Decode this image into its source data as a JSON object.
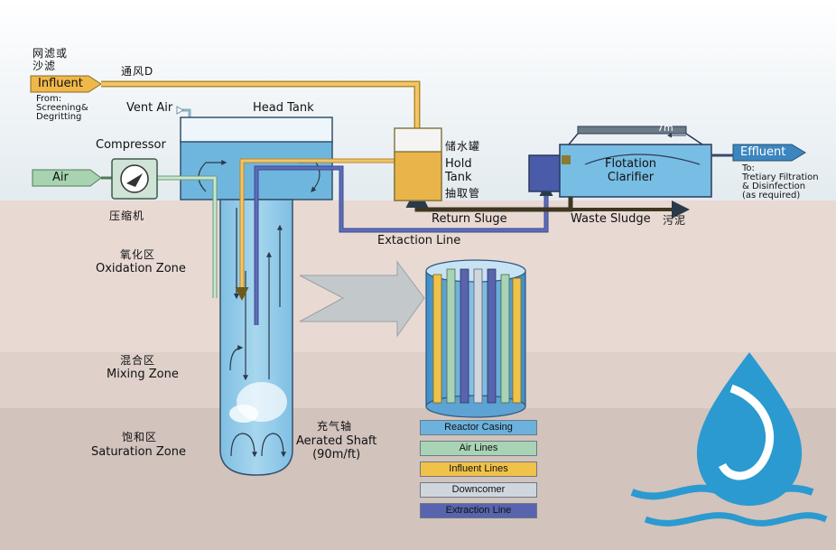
{
  "labels": {
    "screen_cn": "网滤或",
    "screen_cn2": "沙滤",
    "influent": "Influent",
    "from_note": "From:\nScreening&\nDegritting",
    "vent_d": "通风D",
    "vent_air": "Vent Air",
    "head_tank": "Head Tank",
    "compressor": "Compressor",
    "compressor_cn": "压缩机",
    "air": "Air",
    "hold_cn": "储水罐",
    "hold_en": "Hold\nTank",
    "draw_cn": "抽取管",
    "seven_m": "7m",
    "flotation": "Flotation\nClarifier",
    "effluent": "Effluent",
    "effluent_note": "To:\nTretiary Filtration\n& Disinfection\n(as required)",
    "return_sludge": "Return Sluge",
    "waste_sludge": "Waste Sludge",
    "waste_cn": "污泥",
    "extraction_line": "Extaction Line",
    "oxidation_cn": "氧化区",
    "oxidation_en": "Oxidation Zone",
    "mixing_cn": "混合区",
    "mixing_en": "Mixing Zone",
    "saturation_cn": "饱和区",
    "saturation_en": "Saturation Zone",
    "shaft_cn": "充气轴",
    "shaft_en": "Aerated Shaft\n(90m/ft)"
  },
  "legend": [
    {
      "label": "Reactor Casing",
      "color": "#6cb2dd"
    },
    {
      "label": "Air Lines",
      "color": "#a9d3b5"
    },
    {
      "label": "Influent Lines",
      "color": "#f0c24a"
    },
    {
      "label": "Downcomer",
      "color": "#cfd6de"
    },
    {
      "label": "Extraction Line",
      "color": "#5864ad"
    }
  ],
  "colors": {
    "water": "#8fc7e6",
    "tank_fill": "#6fb6de",
    "influent_pipe": "#e6b24a",
    "extraction_pipe": "#4f5ea8",
    "return_pipe": "#5a5130",
    "air_pipe": "#b5dcc0",
    "logo": "#2b9ad0"
  }
}
